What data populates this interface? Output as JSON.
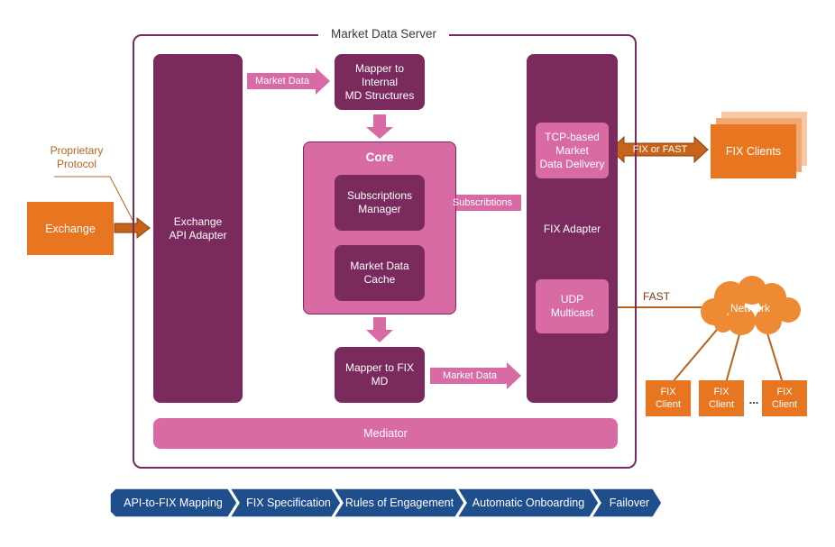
{
  "server_title": "Market Data Server",
  "exchange_api_adapter": "Exchange\nAPI Adapter",
  "mapper_internal": "Mapper to\nInternal\nMD Structures",
  "arrow_market_data_top": "Market Data",
  "core": {
    "title": "Core",
    "subscriptions_manager": "Subscriptions\nManager",
    "market_data_cache": "Market Data\nCache"
  },
  "arrow_subscriptions": "Subscribtions",
  "mapper_fix": "Mapper to FIX\nMD",
  "arrow_market_data_bottom": "Market Data",
  "fix_adapter": {
    "label": "FIX Adapter",
    "tcp_delivery": "TCP-based\nMarket\nData Delivery",
    "udp_multicast": "UDP\nMulticast"
  },
  "mediator": "Mediator",
  "proprietary_protocol": "Proprietary\nProtocol",
  "exchange": "Exchange",
  "fix_or_fast": "FIX or FAST",
  "fix_clients": "FIX Clients",
  "fast_label": "FAST",
  "network": "Network",
  "fix_client_small": "FIX\nClient",
  "ellipsis": "...",
  "process_steps": [
    "API-to-FIX Mapping",
    "FIX Specification",
    "Rules of Engagement",
    "Automatic Onboarding",
    "Failover"
  ],
  "colors": {
    "dark_plum": "#7a2a5c",
    "pink": "#d86aa4",
    "orange": "#e8751f",
    "navy": "#1f4e8c"
  }
}
